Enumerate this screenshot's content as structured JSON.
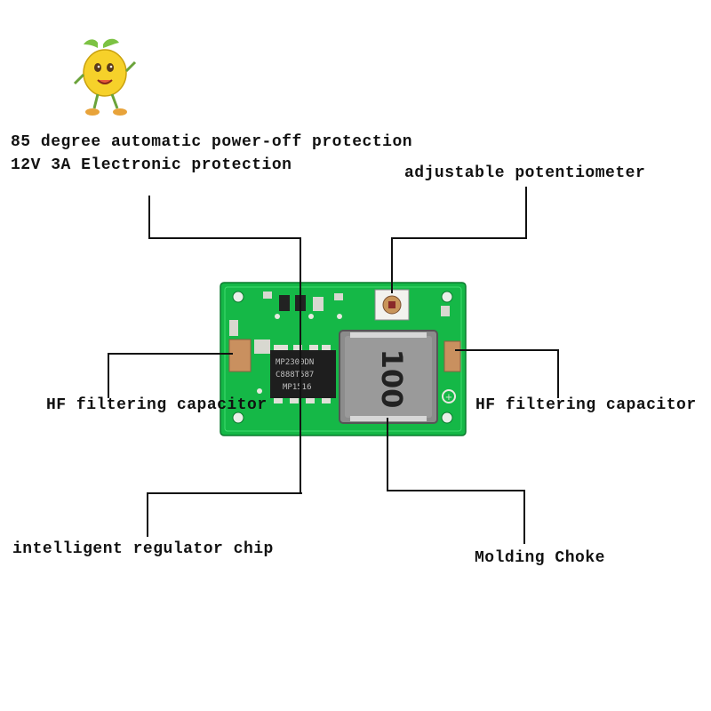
{
  "labels": {
    "protection_line1": "85 degree automatic power-off protection",
    "protection_line2": "12V 3A Electronic protection",
    "potentiometer": "adjustable potentiometer",
    "hf_cap_left": "HF filtering capacitor",
    "hf_cap_right": "HF filtering capacitor",
    "regulator": "intelligent regulator chip",
    "choke": "Molding Choke"
  },
  "board": {
    "chip_text": [
      "MP2300DN",
      "C888T587",
      "MP1516"
    ],
    "inductor_text": "100"
  },
  "colors": {
    "pcb": "#16b84a",
    "pcb_dark": "#0c8a33",
    "inductor": "#8a8a8a",
    "capacitor": "#c58a5a",
    "chip": "#1d1d1d",
    "leader": "#111111"
  }
}
